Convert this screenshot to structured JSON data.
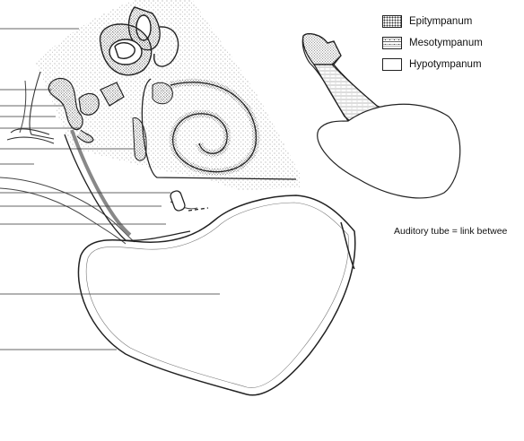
{
  "legend": {
    "items": [
      {
        "label": "Epitympanum"
      },
      {
        "label": "Mesotympanum"
      },
      {
        "label": "Hypotympanum"
      }
    ]
  },
  "annotation": {
    "auditory_tube_note": "Auditory tube = link betwee"
  }
}
